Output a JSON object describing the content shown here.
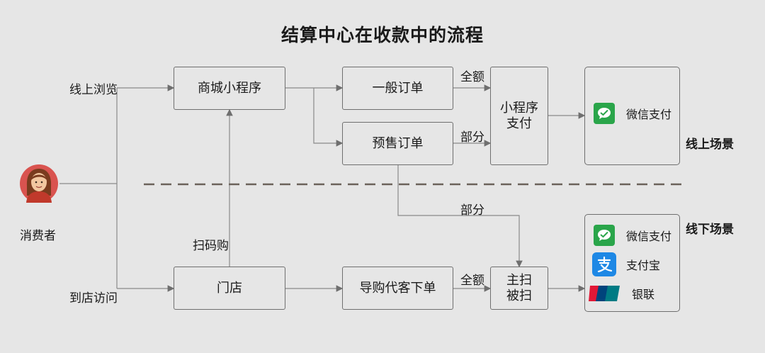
{
  "title": "结算中心在收款中的流程",
  "consumer": "消费者",
  "edges": {
    "online_browse": "线上浏览",
    "store_visit": "到店访问",
    "scan_buy": "扫码购",
    "full_amount_online": "全额",
    "partial_online": "部分",
    "partial_cross": "部分",
    "full_amount_offline": "全额"
  },
  "boxes": {
    "mall_miniprogram": "商城小程序",
    "general_order": "一般订单",
    "presale_order": "预售订单",
    "miniprogram_pay_line1": "小程序",
    "miniprogram_pay_line2": "支付",
    "store": "门店",
    "guide_order": "导购代客下单",
    "scan_line1": "主扫",
    "scan_line2": "被扫"
  },
  "online_channels": {
    "wechat": "微信支付"
  },
  "offline_channels": {
    "wechat": "微信支付",
    "alipay": "支付宝",
    "unionpay": "银联"
  },
  "scenes": {
    "online": "线上场景",
    "offline": "线下场景"
  },
  "colors": {
    "background": "#e6e6e6",
    "line": "#7a7a7a",
    "wechat": "#2aa54a",
    "alipay": "#1e88e5",
    "avatar_bg": "#d9534f"
  },
  "icons": {
    "wechat": "wechat-pay-icon",
    "alipay": "alipay-icon",
    "unionpay": "unionpay-icon",
    "consumer": "consumer-avatar-icon"
  }
}
